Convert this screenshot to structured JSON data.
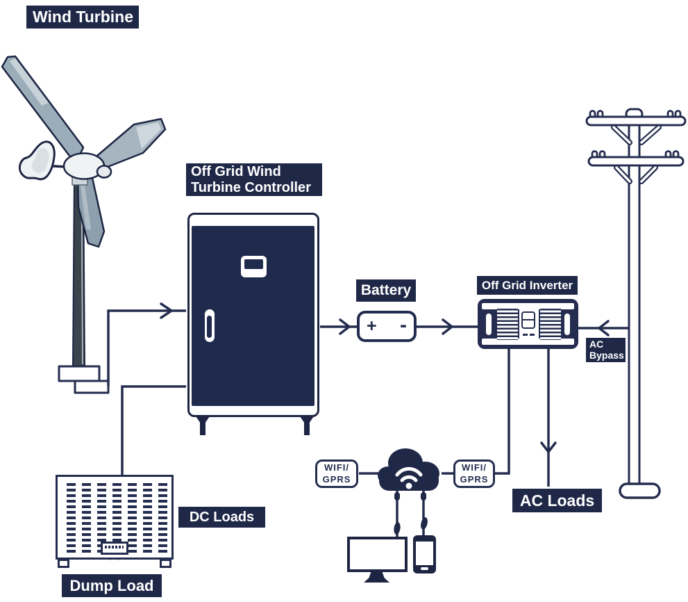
{
  "palette": {
    "navy": "#1f2847",
    "wire": "#242d4f",
    "blade_gray": "#9cadba",
    "white": "#ffffff"
  },
  "labels": {
    "wind_turbine": "Wind Turbine",
    "controller": {
      "line1": "Off Grid Wind",
      "line2": "Turbine Controller"
    },
    "battery": "Battery",
    "inverter": "Off Grid Inverter",
    "ac_bypass": {
      "line1": "AC",
      "line2": "Bypass"
    },
    "dc_loads": "DC Loads",
    "dump_load": "Dump Load",
    "ac_loads": "AC Loads"
  },
  "battery_terminals": {
    "positive": "+",
    "negative": "-"
  },
  "wifi_nodes": {
    "left": {
      "line1": "WIFI/",
      "line2": "GPRS"
    },
    "right": {
      "line1": "WIFI/",
      "line2": "GPRS"
    }
  }
}
